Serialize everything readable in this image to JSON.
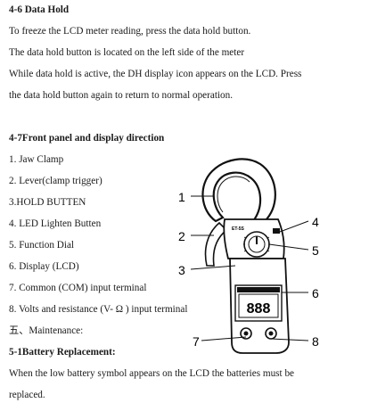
{
  "section_46": {
    "heading": "4-6 Data Hold",
    "paragraphs": [
      "To freeze the LCD meter reading, press the data hold button.",
      "The data hold button is located on the left side of the meter",
      "While data hold is active, the DH display icon appears on the LCD. Press",
      "the data hold button again to return to normal operation."
    ]
  },
  "section_47": {
    "heading": "4-7Front panel and display direction",
    "items": [
      "1. Jaw Clamp",
      "2. Lever(clamp trigger)",
      "3.HOLD BUTTEN",
      "4. LED Lighten Butten",
      "5. Function Dial",
      "6. Display (LCD)",
      "7. Common (COM) input terminal",
      "8. Volts and resistance (V- Ω ) input terminal",
      "五、Maintenance:"
    ]
  },
  "section_51": {
    "heading": "5-1Battery Replacement:",
    "paragraphs": [
      "When the low battery symbol appears on the LCD the batteries must be",
      "replaced."
    ]
  },
  "diagram": {
    "callouts": [
      "1",
      "2",
      "3",
      "4",
      "5",
      "6",
      "7",
      "8"
    ],
    "lcd_digits": "888"
  }
}
